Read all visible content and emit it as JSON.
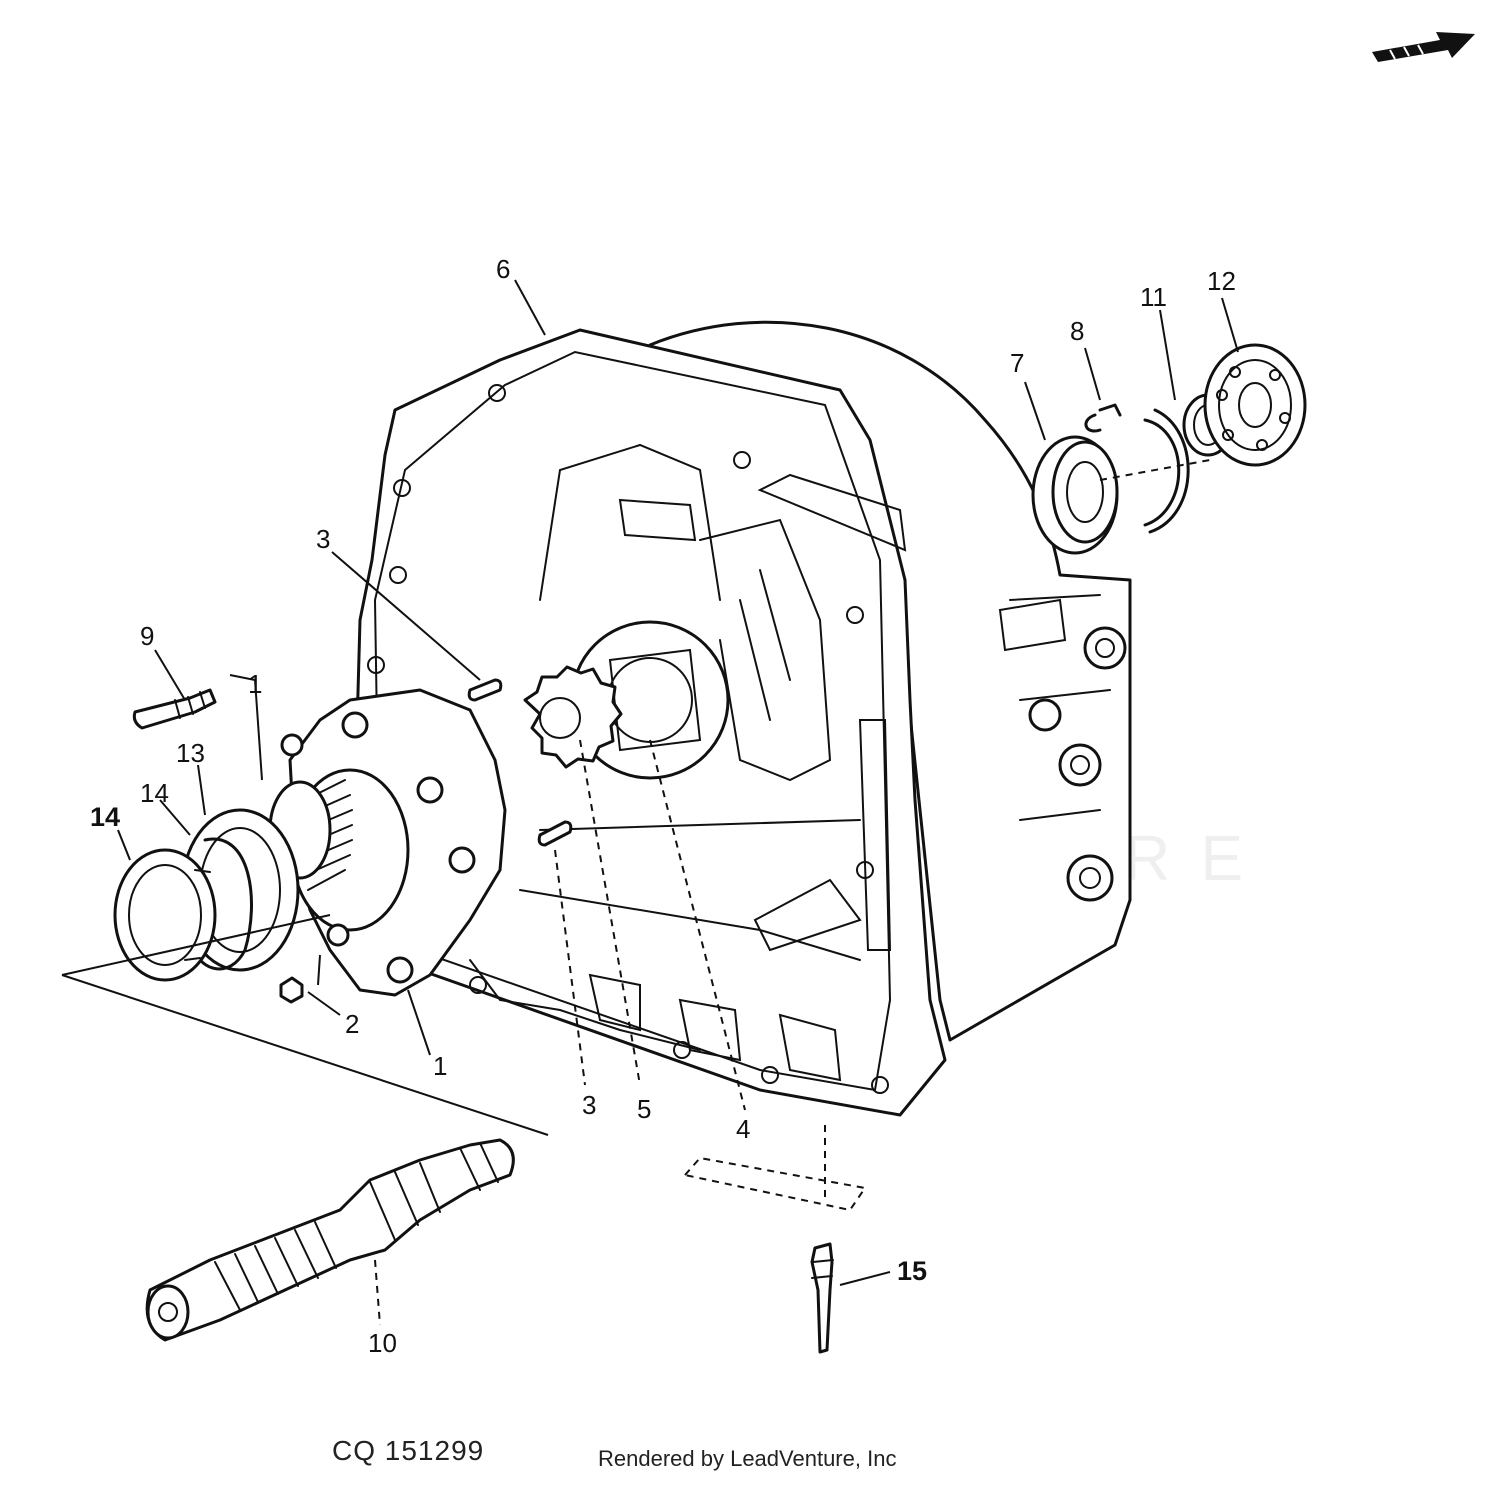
{
  "diagram": {
    "callouts": {
      "c1a": "1",
      "c1b": "1",
      "c2": "2",
      "c3a": "3",
      "c3b": "3",
      "c4": "4",
      "c5": "5",
      "c6": "6",
      "c7": "7",
      "c8": "8",
      "c9": "9",
      "c10": "10",
      "c11": "11",
      "c12": "12",
      "c13": "13",
      "c14a": "14",
      "c14b": "14",
      "c15": "15"
    },
    "watermark": "LEADVENTURE",
    "north_arrow_icon": "direction-arrow-icon"
  },
  "footer": {
    "figure_id": "CQ 151299",
    "render_credit": "Rendered by LeadVenture, Inc"
  }
}
